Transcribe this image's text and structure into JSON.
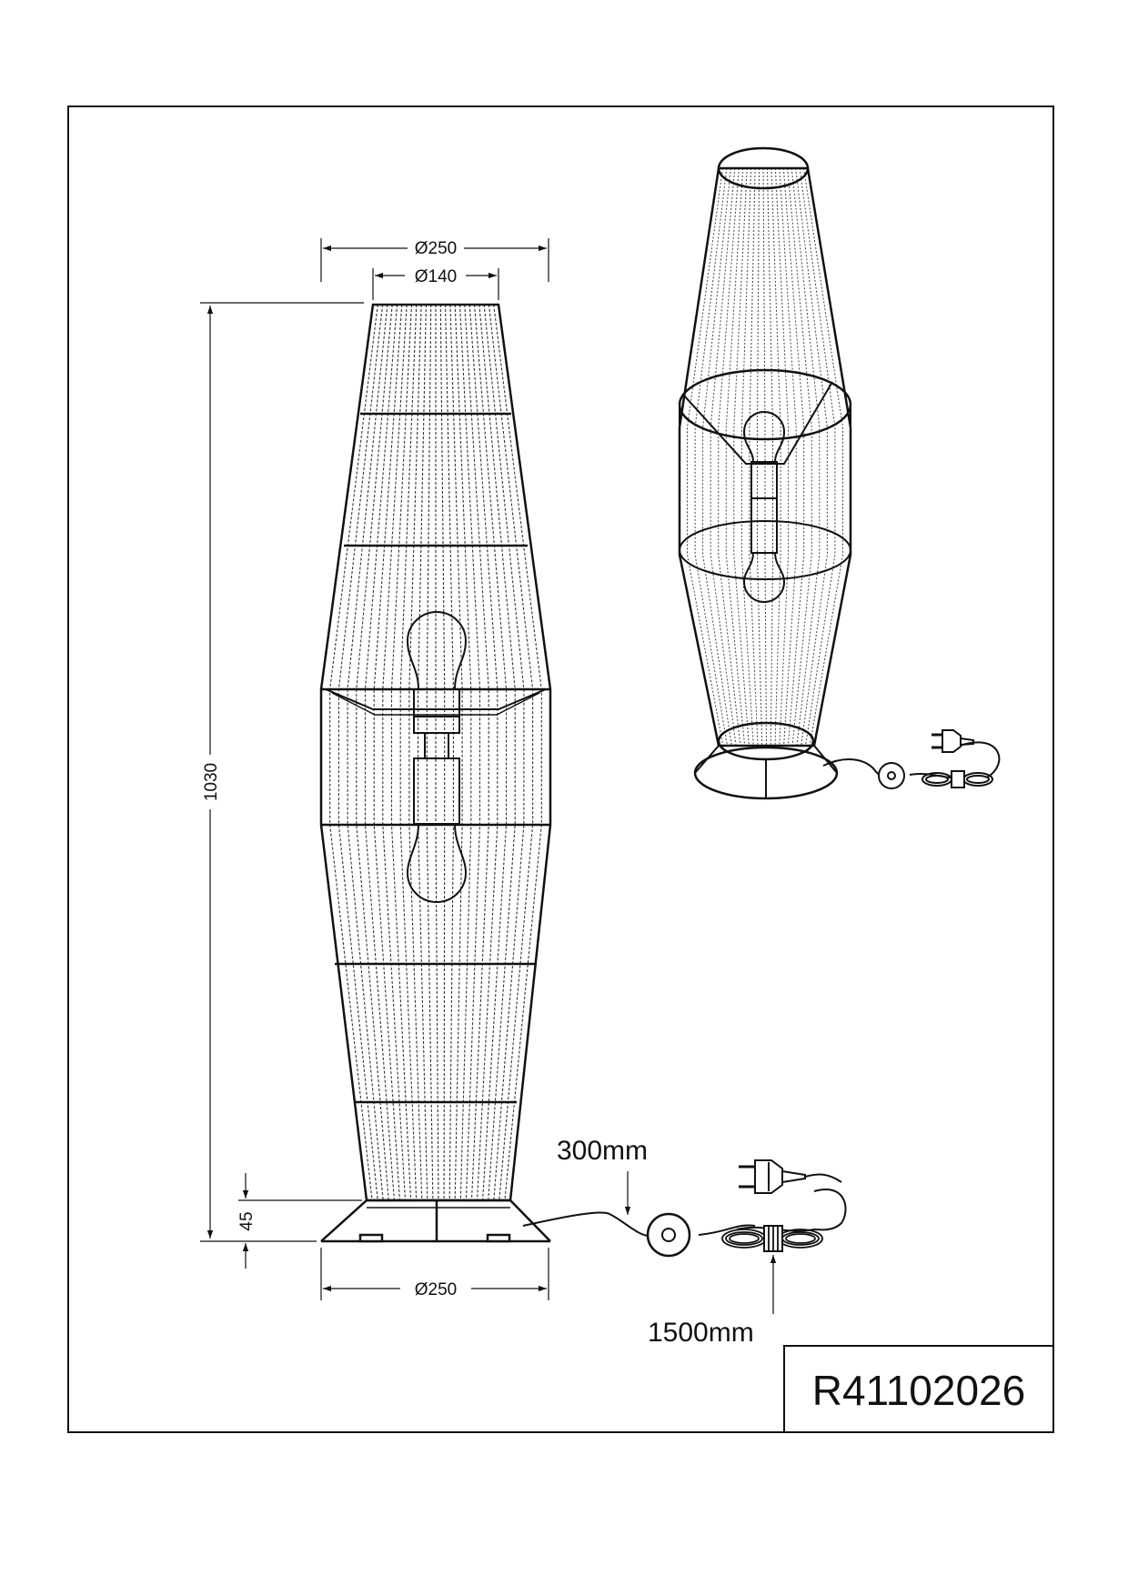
{
  "drawing": {
    "product_code": "R41102026",
    "dimensions": {
      "top_outer_diameter": "Ø250",
      "top_inner_diameter": "Ø140",
      "height": "1030",
      "base_height": "45",
      "base_diameter": "Ø250",
      "cable_to_switch": "300mm",
      "cable_length": "1500mm"
    }
  }
}
